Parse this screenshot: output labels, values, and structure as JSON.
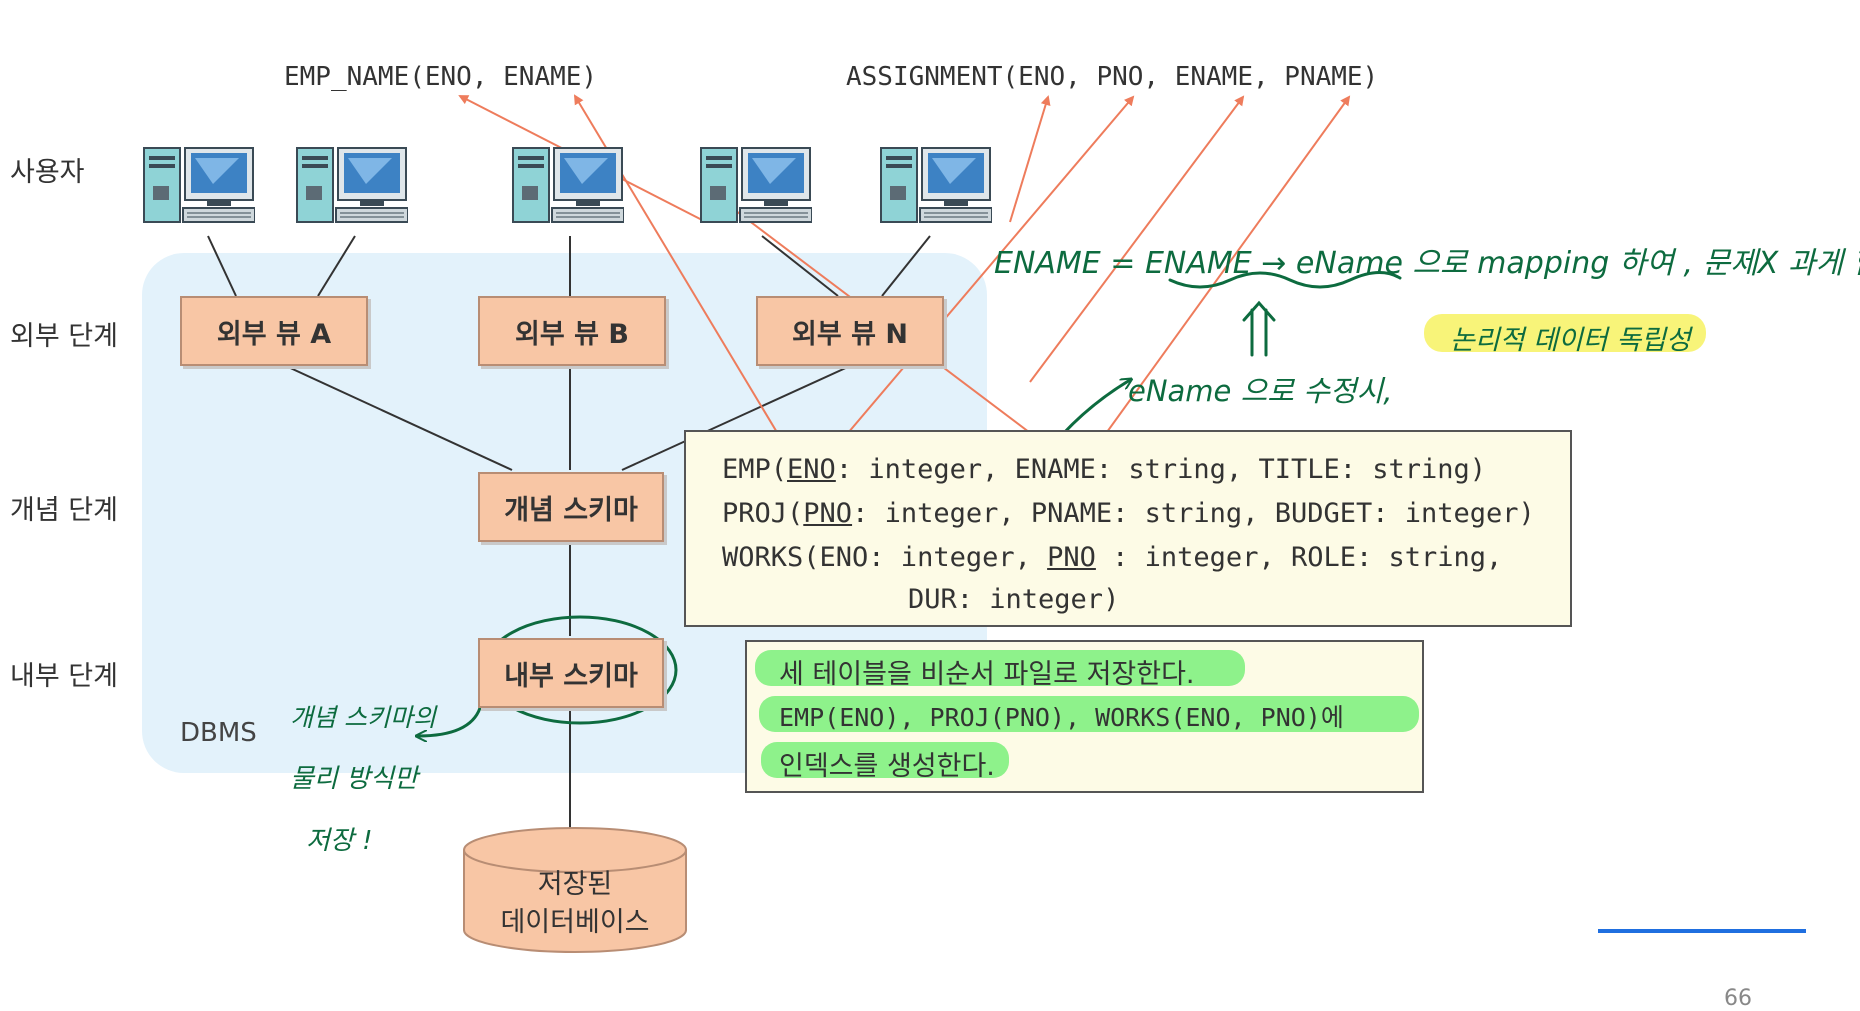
{
  "layers": {
    "user": "사용자",
    "external": "외부 단계",
    "conceptual": "개념 단계",
    "internal": "내부 단계"
  },
  "dbms_label": "DBMS",
  "top_views": {
    "emp_name": "EMP_NAME(ENO, ENAME)",
    "assignment": "ASSIGNMENT(ENO, PNO, ENAME, PNAME)"
  },
  "boxes": {
    "view_a": "외부 뷰 A",
    "view_b": "외부 뷰 B",
    "view_n": "외부 뷰 N",
    "conceptual_schema": "개념 스키마",
    "internal_schema": "내부 스키마",
    "stored_db_line1": "저장된",
    "stored_db_line2": "데이터베이스"
  },
  "schema": {
    "emp_pre": "EMP(",
    "emp_key": "ENO",
    "emp_post": ": integer, ENAME: string, TITLE: string)",
    "proj_pre": "PROJ(",
    "proj_key": "PNO",
    "proj_post": ": integer, PNAME: string, BUDGET: integer)",
    "works_pre": "WORKS(ENO: integer, ",
    "works_key": "PNO",
    "works_post": " : integer, ROLE: string,",
    "works_line2": "DUR: integer)"
  },
  "note": {
    "line1": "세 테이블을 비순서 파일로 저장한다.",
    "line2": "EMP(ENO), PROJ(PNO), WORKS(ENO, PNO)에",
    "line3": "인덱스를 생성한다."
  },
  "annotations": {
    "mapping": "ENAME = ENAME → eName 으로 mapping 하여 , 문제X 과게 함 ,",
    "logical": "논리적 데이터 독립성",
    "modify": "eName 으로 수정시,",
    "internal_note_1": "개념 스키마의",
    "internal_note_2": "물리 방식만",
    "internal_note_3": "저장 !"
  },
  "page_number": "66",
  "colors": {
    "box_fill": "#f8c6a5",
    "dbms_region": "#e3f2fb",
    "schema_fill": "#fdfbe6",
    "arrow": "#ee7c5c",
    "annotation": "#0d6b3f",
    "highlight_green": "#7af07a",
    "highlight_yellow": "#f7f36a",
    "blue_line": "#1f6fe0"
  }
}
